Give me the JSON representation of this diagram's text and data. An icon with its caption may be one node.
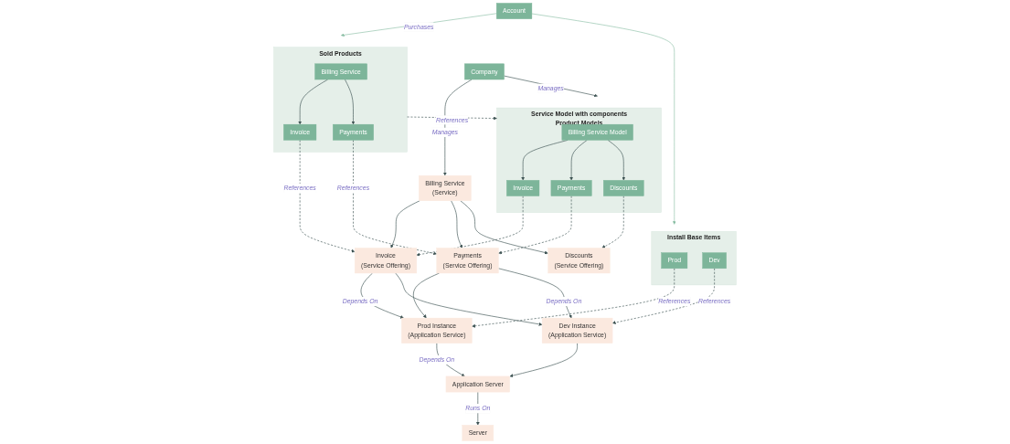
{
  "diagram": {
    "nodes": [
      {
        "text": [
          "Account"
        ]
      },
      {
        "text": [
          "Company"
        ]
      },
      {
        "text": [
          "Service Model with components",
          "Product Models"
        ]
      },
      {
        "text": [
          "Billing Service Model"
        ],
        "in": 2
      },
      {
        "text": [
          "Invoice"
        ],
        "in": 2
      },
      {
        "text": [
          "Payments"
        ],
        "in": 2
      },
      {
        "text": [
          "Discounts"
        ],
        "in": 2
      },
      {
        "text": [
          "Billing Service",
          "(Service)"
        ]
      },
      {
        "text": [
          "Sold Products"
        ]
      },
      {
        "text": [
          "Billing Service"
        ],
        "in": 8
      },
      {
        "text": [
          "Invoice"
        ],
        "in": 8
      },
      {
        "text": [
          "Payments"
        ],
        "in": 8
      },
      {
        "text": [
          "Install Base Items"
        ]
      },
      {
        "text": [
          "Prod"
        ],
        "in": 12
      },
      {
        "text": [
          "Dev"
        ],
        "in": 12
      },
      {
        "text": [
          "Invoice",
          "(Service Offering)"
        ]
      },
      {
        "text": [
          "Payments",
          "(Service Offering)"
        ]
      },
      {
        "text": [
          "Discounts",
          "(Service Offering)"
        ]
      },
      {
        "text": [
          "Prod Instance",
          "(Application Service)"
        ]
      },
      {
        "text": [
          "Dev Instance",
          "(Application Service)"
        ]
      },
      {
        "text": [
          "Application Server"
        ]
      },
      {
        "text": [
          "Server"
        ]
      }
    ],
    "edges": [
      {
        "from": 1,
        "to": 2,
        "arrow": "to",
        "label": "Manages"
      },
      {
        "from": 1,
        "to": 7,
        "arrow": "to",
        "label": "Manages"
      },
      {
        "from": 0,
        "to": 8,
        "arrow": "to",
        "label": "Purchases",
        "color": "#8cc0a6"
      },
      {
        "from": 0,
        "to": 12,
        "arrow": "to",
        "color": "#8cc0a6"
      },
      {
        "from": 3,
        "to": 4,
        "arrow": "to"
      },
      {
        "from": 3,
        "to": 5,
        "arrow": "to"
      },
      {
        "from": 3,
        "to": 6,
        "arrow": "to"
      },
      {
        "from": 8,
        "to": 2,
        "arrow": "to",
        "label": "References",
        "style": "dashed"
      },
      {
        "from": 9,
        "to": 10,
        "arrow": "to"
      },
      {
        "from": 9,
        "to": 11,
        "arrow": "to"
      },
      {
        "from": 10,
        "to": 15,
        "arrow": "to",
        "label": "References",
        "style": "dashed"
      },
      {
        "from": 11,
        "to": 16,
        "arrow": "to",
        "label": "References",
        "style": "dashed"
      },
      {
        "from": 4,
        "to": 15,
        "arrow": "to",
        "style": "dashed"
      },
      {
        "from": 5,
        "to": 16,
        "arrow": "to",
        "style": "dashed"
      },
      {
        "from": 6,
        "to": 17,
        "arrow": "to",
        "style": "dashed"
      },
      {
        "from": 7,
        "to": 15,
        "arrow": "to"
      },
      {
        "from": 7,
        "to": 16,
        "arrow": "to"
      },
      {
        "from": 7,
        "to": 17,
        "arrow": "to"
      },
      {
        "from": 15,
        "to": 18,
        "arrow": "to",
        "label": "Depends On"
      },
      {
        "from": 15,
        "to": 19,
        "arrow": "to"
      },
      {
        "from": 16,
        "to": 18,
        "arrow": "to"
      },
      {
        "from": 16,
        "to": 19,
        "arrow": "to",
        "label": "Depends On"
      },
      {
        "from": 13,
        "to": 18,
        "arrow": "to",
        "label": "References",
        "style": "dashed"
      },
      {
        "from": 14,
        "to": 19,
        "arrow": "to",
        "label": "References",
        "style": "dashed"
      },
      {
        "from": 18,
        "to": 20,
        "arrow": "to",
        "label": "Depends On"
      },
      {
        "from": 19,
        "to": 20,
        "arrow": "to"
      },
      {
        "from": 20,
        "to": 21,
        "arrow": "to",
        "label": "Runs On"
      }
    ]
  }
}
